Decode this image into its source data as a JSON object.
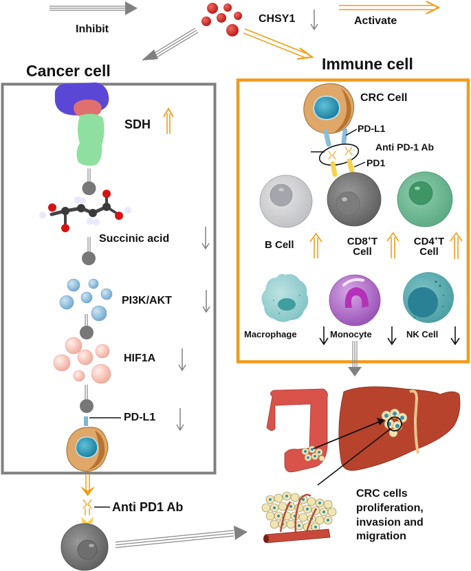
{
  "legend": {
    "inhibit_label": "Inhibit",
    "activate_label": "Activate"
  },
  "top": {
    "gene_label": "CHSY1",
    "gene_trend": "down"
  },
  "cancer_cell": {
    "title": "Cancer cell",
    "pathway": [
      {
        "label": "SDH",
        "trend": "up"
      },
      {
        "label": "Succinic acid",
        "trend": "down"
      },
      {
        "label": "PI3K/AKT",
        "trend": "down"
      },
      {
        "label": "HIF1A",
        "trend": "down"
      },
      {
        "label": "PD-L1",
        "trend": "down"
      }
    ],
    "antibody_label": "Anti PD1 Ab"
  },
  "immune_cell": {
    "title": "Immune cell",
    "crc_cell_label": "CRC Cell",
    "pdl1_label": "PD-L1",
    "antibody_label": "Anti PD-1 Ab",
    "pd1_label": "PD1",
    "cells_up": [
      {
        "label": "B Cell",
        "trend": "up"
      },
      {
        "label_main": "CD8",
        "label_sup": "+",
        "label_rest": "T",
        "label_line2": "Cell",
        "trend": "up"
      },
      {
        "label_main": "CD4",
        "label_sup": "+",
        "label_rest": "T",
        "label_line2": "Cell",
        "trend": "up"
      }
    ],
    "cells_down": [
      {
        "label": "Macrophage",
        "trend": "down"
      },
      {
        "label": "Monocyte",
        "trend": "down"
      },
      {
        "label": "NK Cell",
        "trend": "down"
      }
    ]
  },
  "outcome": {
    "line1": "CRC cells",
    "line2": "proliferation,",
    "line3": "invasion and",
    "line4": "migration"
  },
  "colors": {
    "inhibit_gray": "#808080",
    "activate_orange": "#f39c12",
    "cancer_box_border": "#7f7f7f",
    "immune_box_border": "#f39a1a",
    "chsy1_red": "#d32222"
  }
}
